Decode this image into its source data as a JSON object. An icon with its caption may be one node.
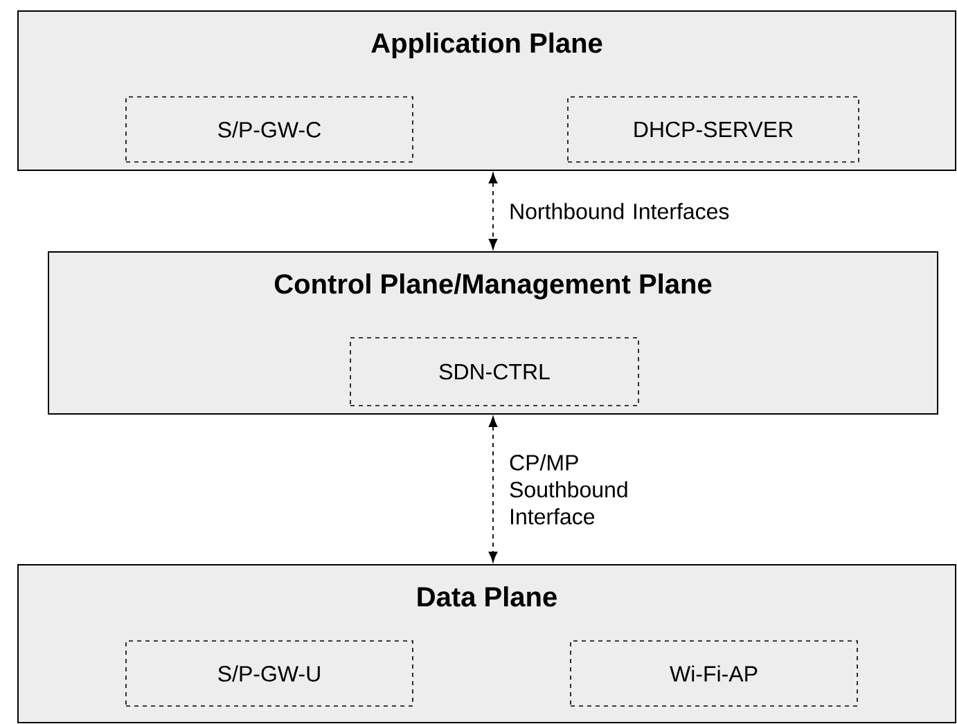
{
  "diagram": {
    "nodes": [
      {
        "text": [
          "Application Plane"
        ]
      },
      {
        "text": [
          "S/P-GW-C"
        ],
        "in": 0
      },
      {
        "text": [
          "DHCP-SERVER"
        ],
        "in": 0
      },
      {
        "text": [
          "Control Plane/Management Plane"
        ]
      },
      {
        "text": [
          "SDN-CTRL"
        ],
        "in": 3
      },
      {
        "text": [
          "Data Plane"
        ]
      },
      {
        "text": [
          "S/P-GW-U"
        ],
        "in": 5
      },
      {
        "text": [
          "Wi-Fi-AP"
        ],
        "in": 5
      }
    ],
    "edges": [
      {
        "from": 0,
        "to": 3,
        "arrow": "both",
        "style": "dashed",
        "label": "Northbound Interfaces"
      },
      {
        "from": 3,
        "to": 5,
        "arrow": "both",
        "style": "dashed",
        "label": "CP/MP Southbound Interface"
      }
    ]
  }
}
